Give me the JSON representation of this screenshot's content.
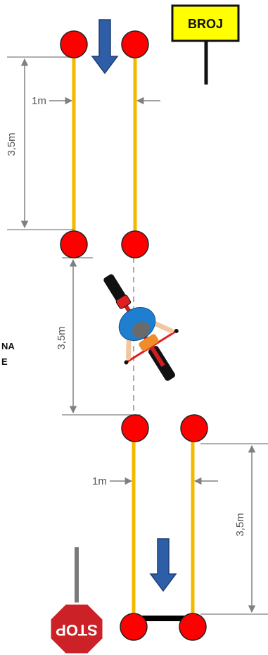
{
  "sign_label": "BROJ",
  "stop_label": "STOP",
  "side_text": [
    "NA",
    "E"
  ],
  "top_course": {
    "height_label": "3,5m",
    "width_label": "1m"
  },
  "gap": {
    "height_label": "3,5m"
  },
  "bottom_course": {
    "height_label": "3,5m",
    "width_label": "1m"
  },
  "colors": {
    "cone": "#ff0000",
    "line": "#f5b800",
    "arrow": "#2e5ea8",
    "sign_bg": "#ffff00",
    "stop": "#cc2127",
    "dimension": "#808080",
    "rider_shirt": "#1e7fd0"
  }
}
